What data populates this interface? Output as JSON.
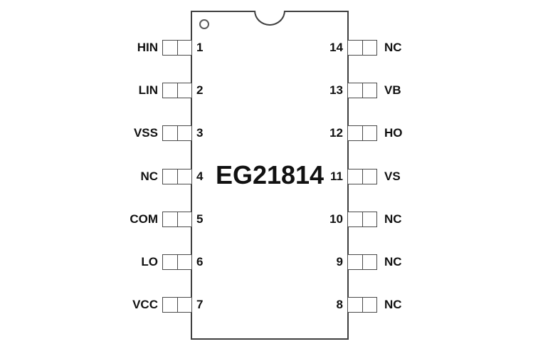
{
  "chip": {
    "part_number": "EG21814"
  },
  "pins": {
    "left": [
      {
        "number": "1",
        "label": "HIN"
      },
      {
        "number": "2",
        "label": "LIN"
      },
      {
        "number": "3",
        "label": "VSS"
      },
      {
        "number": "4",
        "label": "NC"
      },
      {
        "number": "5",
        "label": "COM"
      },
      {
        "number": "6",
        "label": "LO"
      },
      {
        "number": "7",
        "label": "VCC"
      }
    ],
    "right": [
      {
        "number": "14",
        "label": "NC"
      },
      {
        "number": "13",
        "label": "VB"
      },
      {
        "number": "12",
        "label": "HO"
      },
      {
        "number": "11",
        "label": "VS"
      },
      {
        "number": "10",
        "label": "NC"
      },
      {
        "number": "9",
        "label": "NC"
      },
      {
        "number": "8",
        "label": "NC"
      }
    ]
  },
  "icons": {
    "pin1_indicator": "circle-outline",
    "orientation_notch": "semicircle-notch"
  },
  "colors": {
    "background": "#ffffff",
    "outline": "#3f3f3f",
    "pin_box_outline": "#4a4a4a",
    "text": "#111111"
  }
}
